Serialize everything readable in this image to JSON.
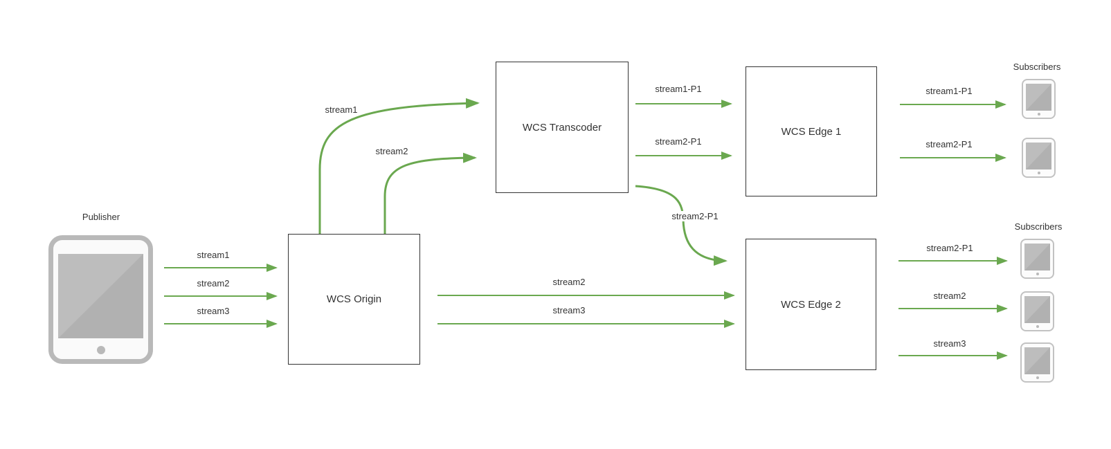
{
  "colors": {
    "arrow_green": "#6AA84F",
    "box_border": "#333333",
    "text": "#333333",
    "tablet_gray": "#b9b9b9",
    "screen_gray": "#b5b5b5"
  },
  "publisher": {
    "label": "Publisher"
  },
  "servers": {
    "origin": "WCS Origin",
    "transcoder": "WCS Transcoder",
    "edge1": "WCS Edge 1",
    "edge2": "WCS Edge 2"
  },
  "subscribers": {
    "top_label": "Subscribers",
    "bottom_label": "Subscribers"
  },
  "flows": {
    "publisher_to_origin": [
      "stream1",
      "stream2",
      "stream3"
    ],
    "origin_to_transcoder": [
      "stream1",
      "stream2"
    ],
    "origin_to_edge2": [
      "stream2",
      "stream3"
    ],
    "transcoder_to_edge1": [
      "stream1-P1",
      "stream2-P1"
    ],
    "transcoder_to_edge2": [
      "stream2-P1"
    ],
    "edge1_to_subscribers": [
      "stream1-P1",
      "stream2-P1"
    ],
    "edge2_to_subscribers": [
      "stream2-P1",
      "stream2",
      "stream3"
    ]
  }
}
